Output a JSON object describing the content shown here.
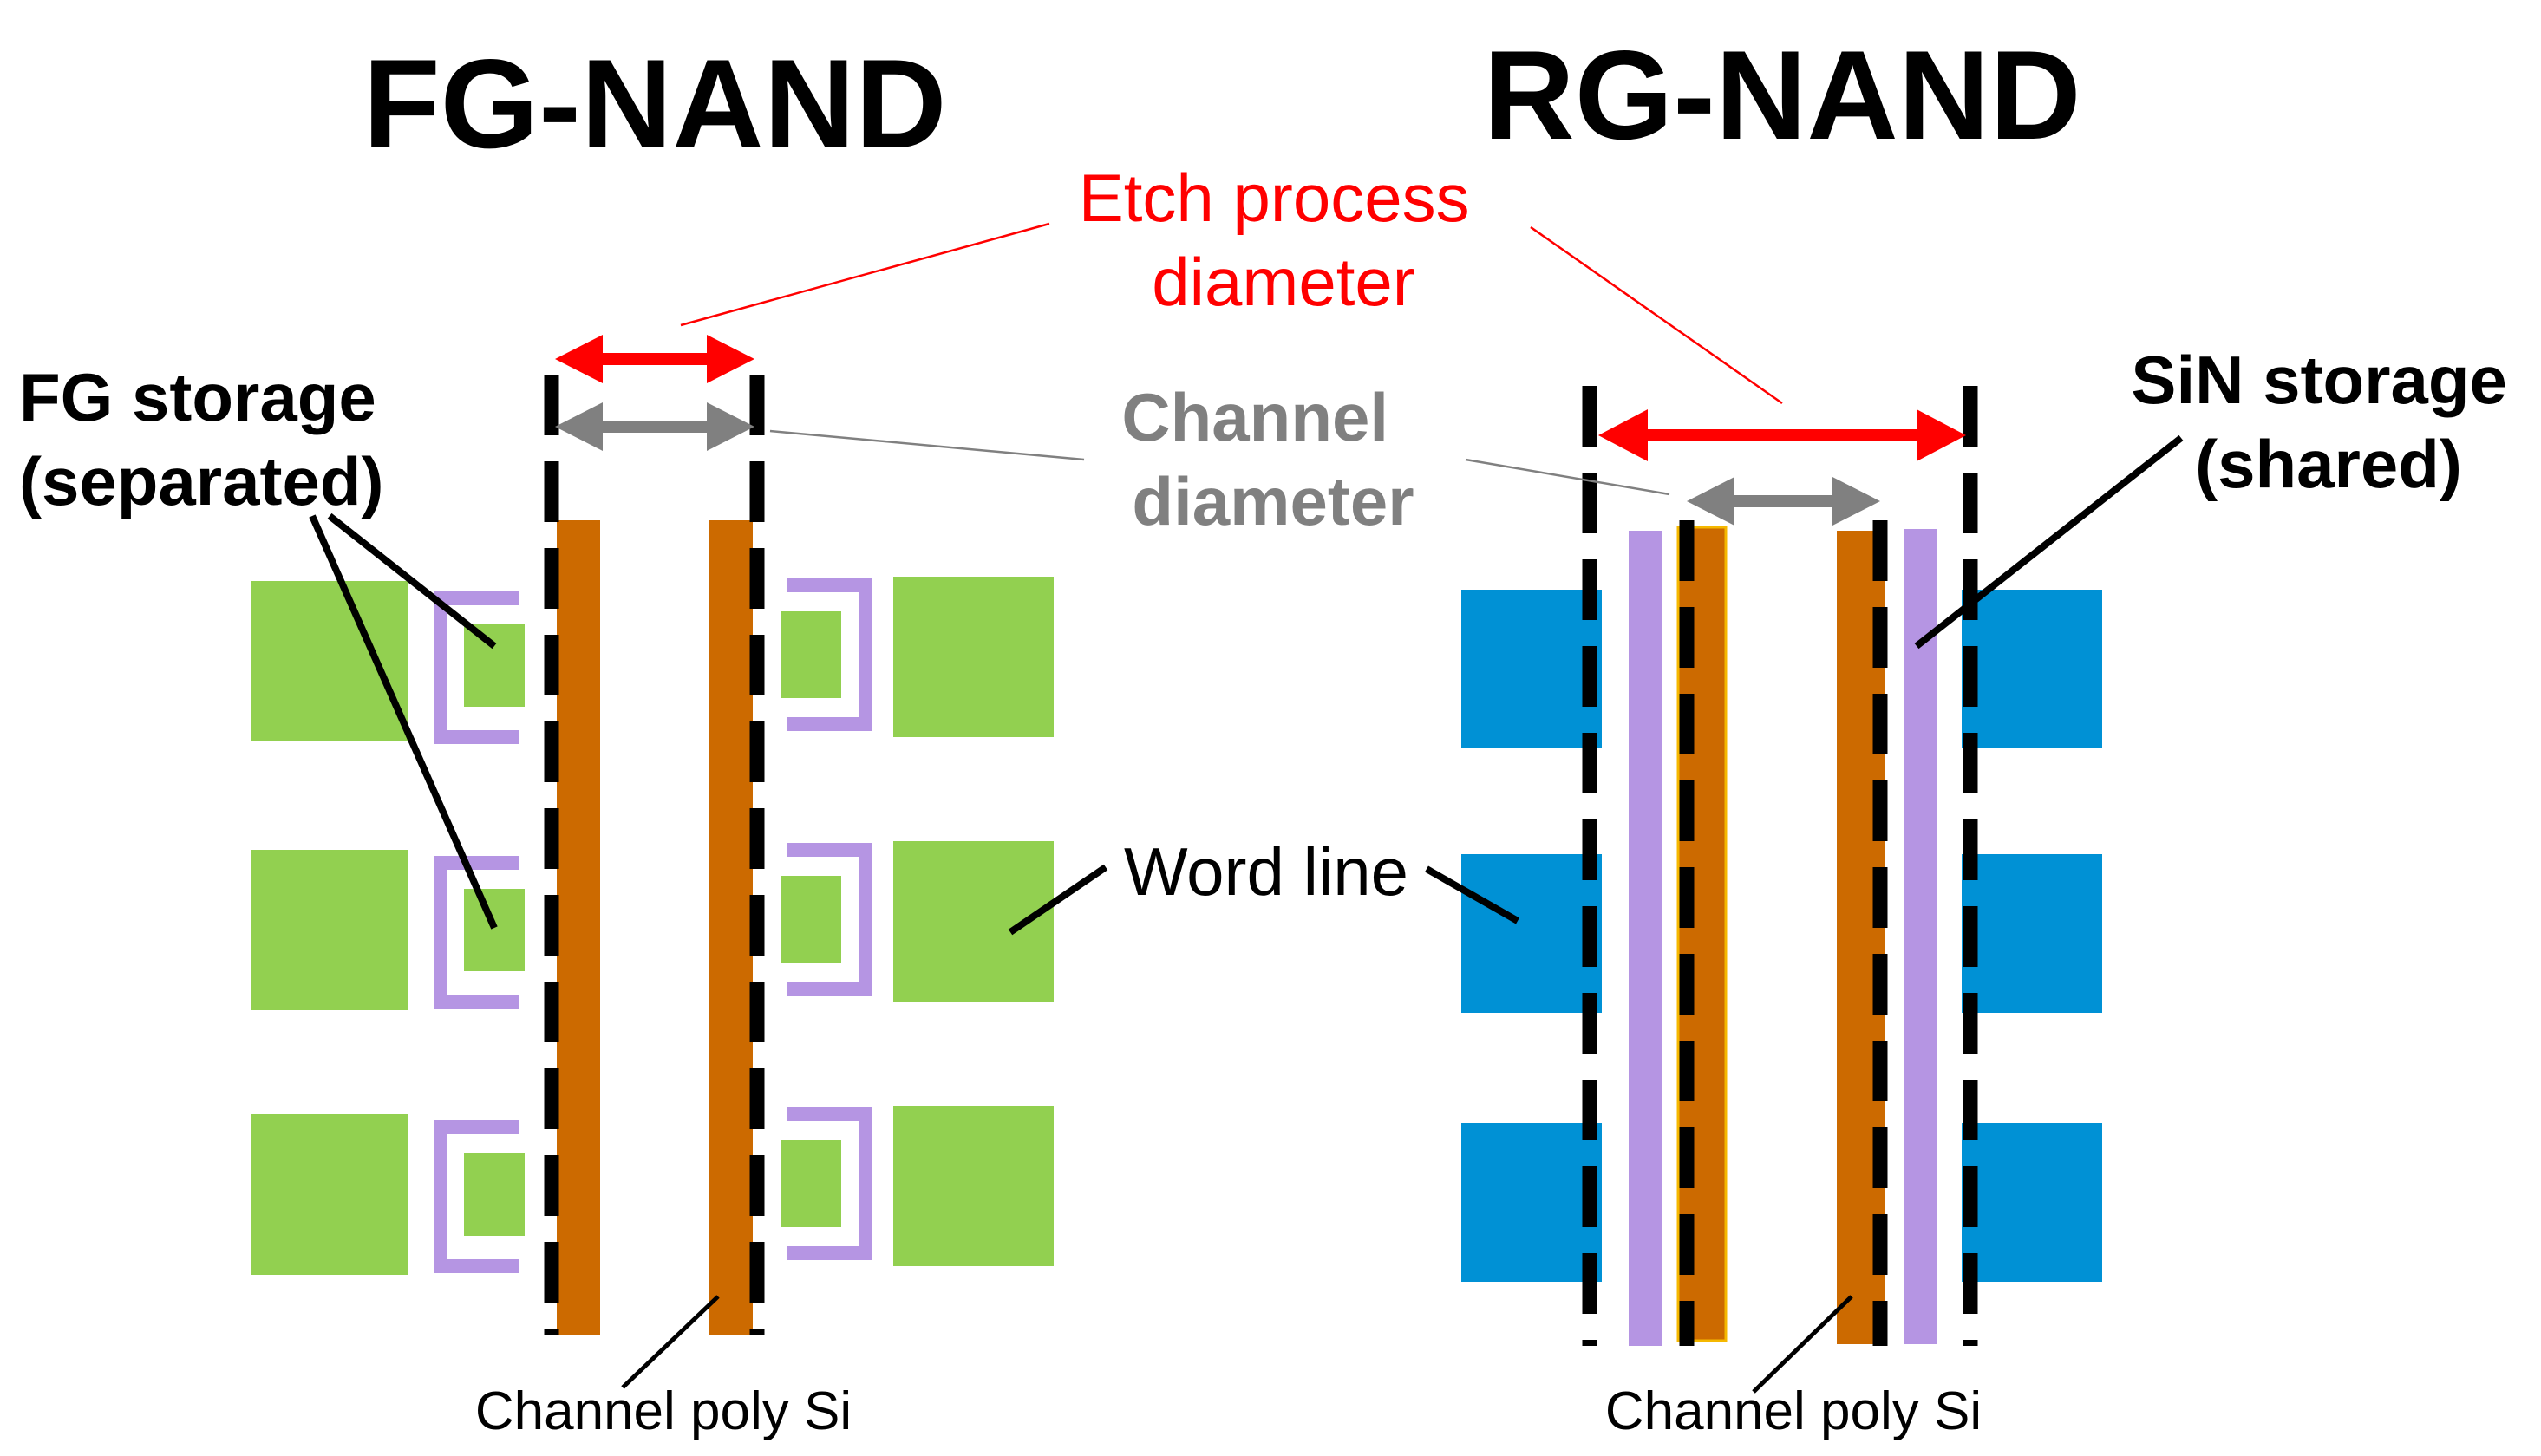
{
  "titles": {
    "left": "FG-NAND",
    "right": "RG-NAND"
  },
  "labels": {
    "etch_line1": "Etch process",
    "etch_line2": "diameter",
    "channel_line1": "Channel",
    "channel_line2": "diameter",
    "fg_storage_line1": "FG storage",
    "fg_storage_line2": "(separated)",
    "sin_storage_line1": "SiN storage",
    "sin_storage_line2": "(shared)",
    "word_line": "Word line",
    "channel_poly_left": "Channel poly Si",
    "channel_poly_right": "Channel poly Si"
  },
  "colors": {
    "fg_word_line": "#92d050",
    "rg_word_line": "#0091d5",
    "channel_poly": "#cc6a00",
    "storage": "#b595e3",
    "etch_arrow": "#ff0000",
    "channel_arrow": "#808080",
    "dashed_line": "#000000"
  }
}
